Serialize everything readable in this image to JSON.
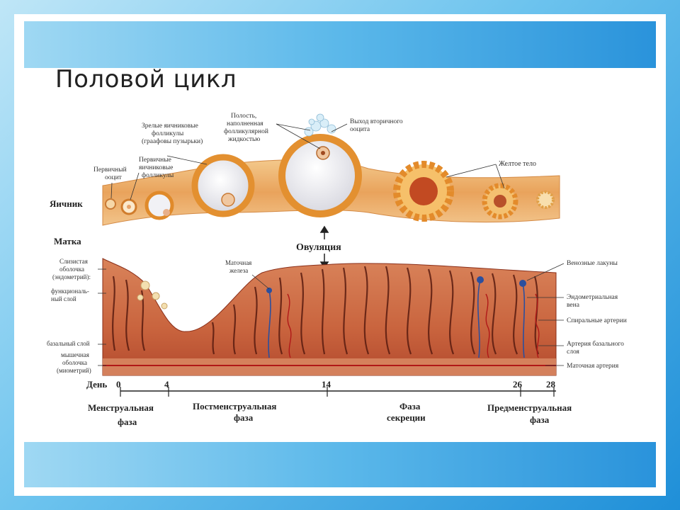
{
  "slide": {
    "title": "Половой цикл"
  },
  "ovary": {
    "label": "Яичник",
    "follicle_labels": {
      "primary_oocyte": [
        "Первичный",
        "ооцит"
      ],
      "primary_follicles": [
        "Первичные",
        "яичниковые",
        "фолликулы"
      ],
      "mature_follicles": [
        "Зрелые яичниковые",
        "фолликулы",
        "(граафовы пузырьки)"
      ],
      "cavity": [
        "Полость,",
        "наполненная",
        "фолликулярной",
        "жидкостью"
      ],
      "secondary_oocyte": [
        "Выход вторичного",
        "ооцита"
      ],
      "corpus_luteum": "Желтое тело"
    }
  },
  "uterus": {
    "label": "Матка",
    "ovulation": "Овуляция",
    "left_labels": {
      "mucosa": [
        "Слизистая",
        "оболочка",
        "(эндометрий):"
      ],
      "functional": [
        "функциональ-",
        "ный слой"
      ],
      "basal": "базальный слой",
      "muscular": [
        "мышечная",
        "оболочка",
        "(миометрий)"
      ]
    },
    "gland": [
      "Маточная",
      "железа"
    ],
    "right_labels": {
      "venous": "Венозные лакуны",
      "vein": [
        "Эндометриальная",
        "вена"
      ],
      "spiral": "Спиральные артерии",
      "basal_artery": [
        "Артерия базального",
        "слоя"
      ],
      "uterine_artery": "Маточная артерия"
    }
  },
  "timeline": {
    "day_label": "День",
    "ticks": [
      "0",
      "4",
      "14",
      "26",
      "28"
    ],
    "phases": {
      "menstrual": [
        "Менструальная",
        "фаза"
      ],
      "postmenstrual": [
        "Постменструальная",
        "фаза"
      ],
      "secretion": [
        "Фаза",
        "секреции"
      ],
      "premenstrual": [
        "Предменструальная",
        "фаза"
      ]
    }
  },
  "colors": {
    "ovary_tissue": "#e9a35c",
    "endometrium": "#c9643e",
    "follicle_fluid": "#eeeef3",
    "corpus_luteum": "#e38b2b"
  }
}
